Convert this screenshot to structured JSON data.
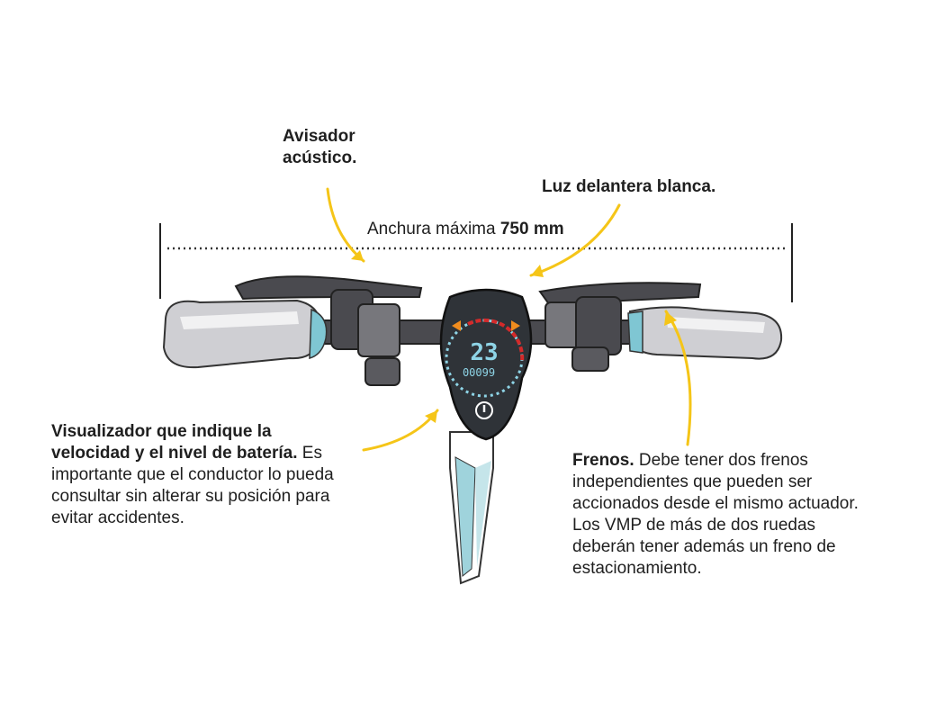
{
  "labels": {
    "avisador": {
      "title": "Avisador acústico.",
      "body": ""
    },
    "luz": {
      "title": "Luz delantera blanca.",
      "body": ""
    },
    "anchura": {
      "prefix": "Anchura máxima",
      "value": "750 mm"
    },
    "visualizador": {
      "title": "Visualizador que indique la velocidad y el nivel de batería.",
      "body": "Es importante que el conductor lo pueda consultar sin alterar su posición para evitar accidentes."
    },
    "frenos": {
      "title": "Frenos.",
      "body": "Debe tener dos frenos independientes que pueden ser accionados desde el mismo actuador. Los VMP de más de dos ruedas deberán tener además un freno de estacionamiento."
    }
  },
  "display": {
    "speed": "23",
    "odometer": "00099",
    "power_icon": "power-icon"
  },
  "colors": {
    "arrow": "#f5c518",
    "grip": "#cfcfd3",
    "grip_accent": "#7fc6d3",
    "body": "#4a4a4f",
    "stem": "#9fd3dc",
    "display_red": "#d42a2a",
    "display_blue": "#8ed4e6",
    "indicator": "#f08c1e"
  }
}
